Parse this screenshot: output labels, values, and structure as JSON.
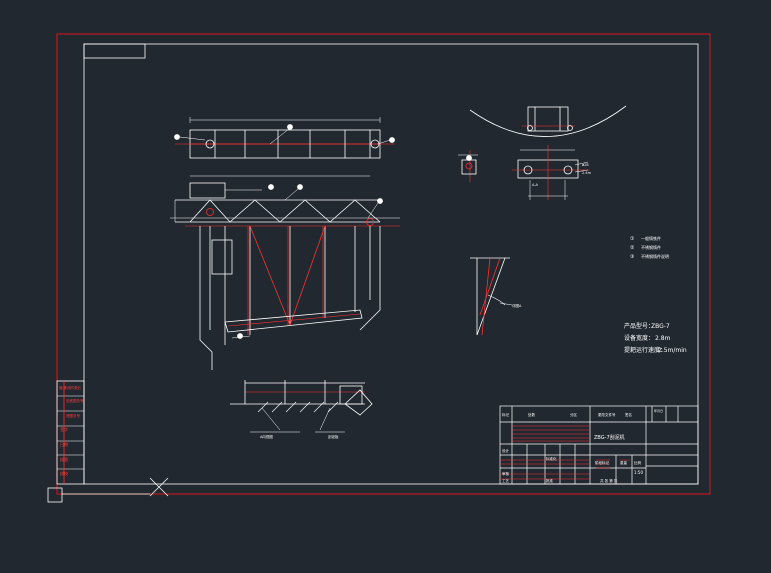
{
  "colors": {
    "background": "#212830",
    "drawing_line": "#ffffff",
    "frame_red": "#d81818",
    "accent_red": "#ff3030"
  },
  "legend": {
    "items": [
      {
        "num": "①",
        "text": "一般铸铁件"
      },
      {
        "num": "②",
        "text": "不锈钢铸件"
      },
      {
        "num": "③",
        "text": "不锈钢铸件说明"
      }
    ]
  },
  "specs": {
    "model_label": "产品型号：",
    "model_value": "ZBG-7",
    "width_label": "设备宽度：",
    "width_value": "2.8m",
    "speed_label": "提耙运行速度：",
    "speed_value": "2.5m/min"
  },
  "annotations": {
    "a1": "A向视图",
    "a2": "刮泥板",
    "a3": "详图A",
    "a4": "A-A",
    "a5": "ø28",
    "a6": "2.4m",
    "a7": "1:5"
  },
  "title_block": {
    "drawing_title": "ZBG-7刮泥机",
    "scale": "1:50",
    "header": [
      "标记",
      "处数",
      "分区",
      "更改文件号",
      "签名",
      "年月日"
    ],
    "rows": [
      "设计",
      "审核",
      "工艺"
    ],
    "cols": [
      "标准化",
      "批准"
    ],
    "stage_label": "阶段标记",
    "weight_label": "重量",
    "scale_label": "比例",
    "sheets": "共 张 第 张"
  },
  "side_stamp": {
    "rows": [
      "借(通)用件登记",
      "旧底图总号",
      "底图总号",
      "签字",
      "日期",
      "描图",
      "描校"
    ]
  }
}
